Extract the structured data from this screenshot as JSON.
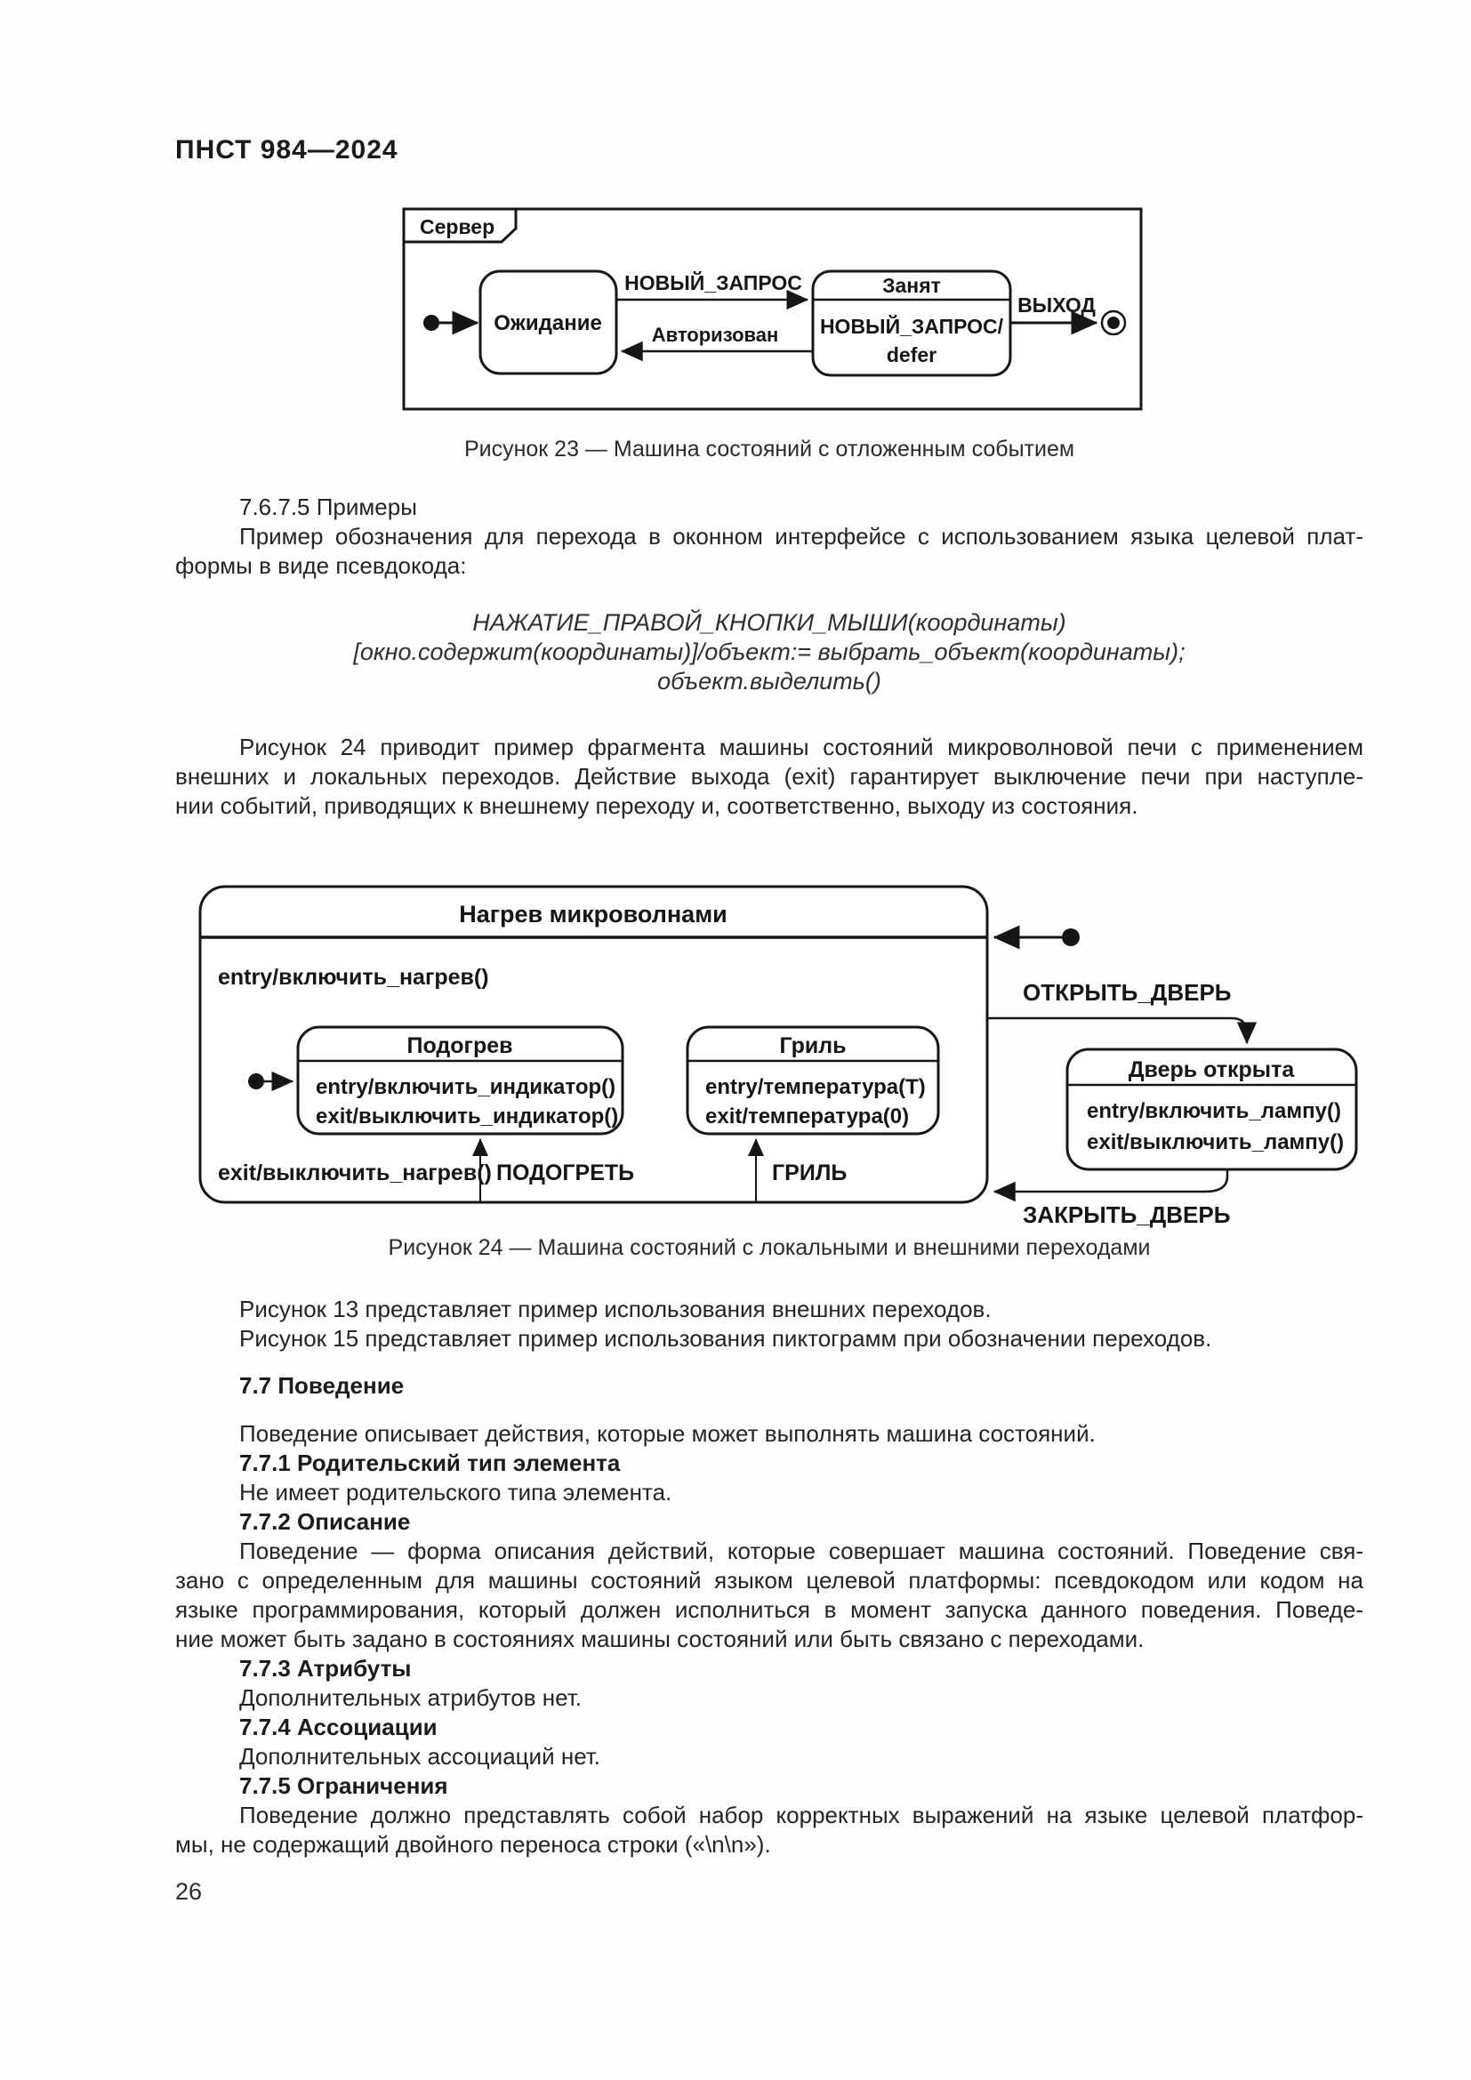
{
  "doc": {
    "header": "ПНСТ 984—2024",
    "page_number": "26"
  },
  "colors": {
    "text": "#242424",
    "diagram_stroke": "#161616",
    "background": "#fefefe"
  },
  "figure23": {
    "frame_label": "Сервер",
    "state_waiting": "Ожидание",
    "state_busy": "Занят",
    "busy_internal_1": "НОВЫЙ_ЗАПРОС/",
    "busy_internal_2": "defer",
    "t_new_request": "НОВЫЙ_ЗАПРОС",
    "t_authorized": "Авторизован",
    "t_exit": "ВЫХОД",
    "caption": "Рисунок 23 — Машина состояний с отложенным событием"
  },
  "example_section": {
    "heading": "7.6.7.5 Примеры",
    "intro_line1": "Пример обозначения для перехода в оконном интерфейсе с использованием языка целевой плат-",
    "intro_line2": "формы в виде псевдокода:",
    "code_line1": "НАЖАТИЕ_ПРАВОЙ_КНОПКИ_МЫШИ(координаты)",
    "code_line2": "[окно.содержит(координаты)]/объект:= выбрать_объект(координаты);",
    "code_line3": "объект.выделить()"
  },
  "fig24_paragraph": {
    "line1": "Рисунок 24 приводит пример фрагмента машины состояний микроволновой печи с применением",
    "line2": "внешних и локальных переходов. Действие выхода (exit) гарантирует выключение печи при наступле-",
    "line3": "нии событий, приводящих к внешнему переходу и, соответственно, выходу из состояния."
  },
  "figure24": {
    "composite_state": "Нагрев микроволнами",
    "entry_action": "entry/включить_нагрев()",
    "exit_action": "exit/выключить_нагрев()",
    "state_warming": "Подогрев",
    "warming_entry": "entry/включить_индикатор()",
    "warming_exit": "exit/выключить_индикатор()",
    "state_grill": "Гриль",
    "grill_entry": "entry/температура(T)",
    "grill_exit": "exit/температура(0)",
    "state_door": "Дверь открыта",
    "door_entry": "entry/включить_лампу()",
    "door_exit": "exit/выключить_лампу()",
    "t_open_door": "ОТКРЫТЬ_ДВЕРЬ",
    "t_close_door": "ЗАКРЫТЬ_ДВЕРЬ",
    "t_warm": "ПОДОГРЕТЬ",
    "t_grill": "ГРИЛЬ",
    "caption": "Рисунок 24 — Машина состояний с локальными и внешними переходами"
  },
  "behavior_section": {
    "ref_fig13": "Рисунок 13 представляет пример использования внешних переходов.",
    "ref_fig15": "Рисунок 15 представляет пример использования пиктограмм при обозначении переходов.",
    "h_77": "7.7 Поведение",
    "p_77": "Поведение описывает действия, которые может выполнять машина состояний.",
    "h_771": "7.7.1 Родительский тип элемента",
    "p_771": "Не имеет родительского типа элемента.",
    "h_772": "7.7.2 Описание",
    "p_772_l1": "Поведение — форма описания действий, которые совершает машина состояний. Поведение свя-",
    "p_772_l2": "зано с определенным для машины состояний языком целевой платформы: псевдокодом или кодом на",
    "p_772_l3": "языке программирования, который должен исполниться в момент запуска данного поведения. Поведе-",
    "p_772_l4": "ние может быть задано в состояниях машины состояний или быть связано с переходами.",
    "h_773": "7.7.3 Атрибуты",
    "p_773": "Дополнительных атрибутов нет.",
    "h_774": "7.7.4 Ассоциации",
    "p_774": "Дополнительных ассоциаций нет.",
    "h_775": "7.7.5 Ограничения",
    "p_775_l1": "Поведение должно представлять собой набор корректных выражений на языке целевой платфор-",
    "p_775_l2": "мы, не содержащий двойного переноса строки («\\n\\n»)."
  }
}
